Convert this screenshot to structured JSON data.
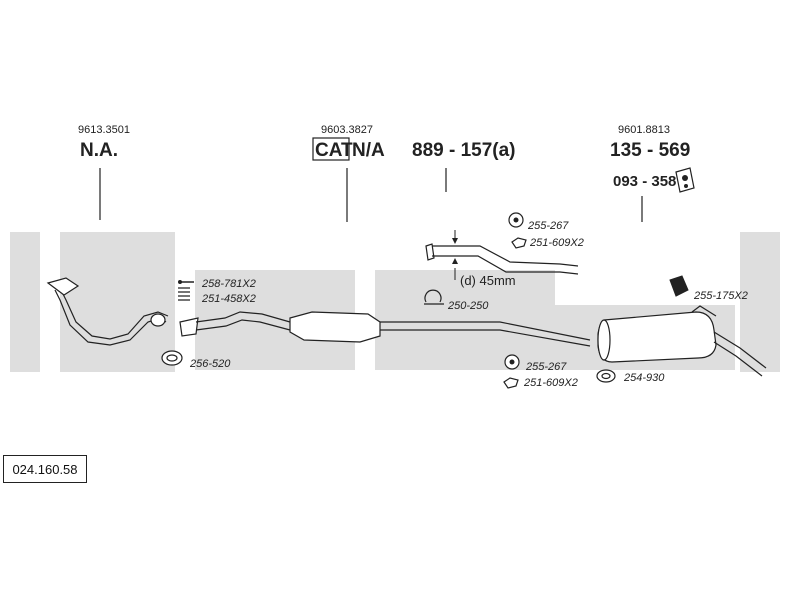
{
  "groups": [
    {
      "ref": "9613.3501",
      "name": "N.A."
    },
    {
      "ref": "9603.3827",
      "tag": "CAT",
      "name": "N/A"
    },
    {
      "name": "889 - 157(a)"
    },
    {
      "ref": "9601.8813",
      "name": "135 - 569",
      "extra": "093 - 358"
    }
  ],
  "parts": {
    "p258": "258-781X2",
    "p251a": "251-458X2",
    "p256": "256-520",
    "p250": "250-250",
    "p255a": "255-267",
    "p251b": "251-609X2",
    "p255b": "255-267",
    "p251c": "251-609X2",
    "p254": "254-930",
    "p255c": "255-175X2"
  },
  "dimension": "(d) 45mm",
  "catalog_code": "024.160.58"
}
